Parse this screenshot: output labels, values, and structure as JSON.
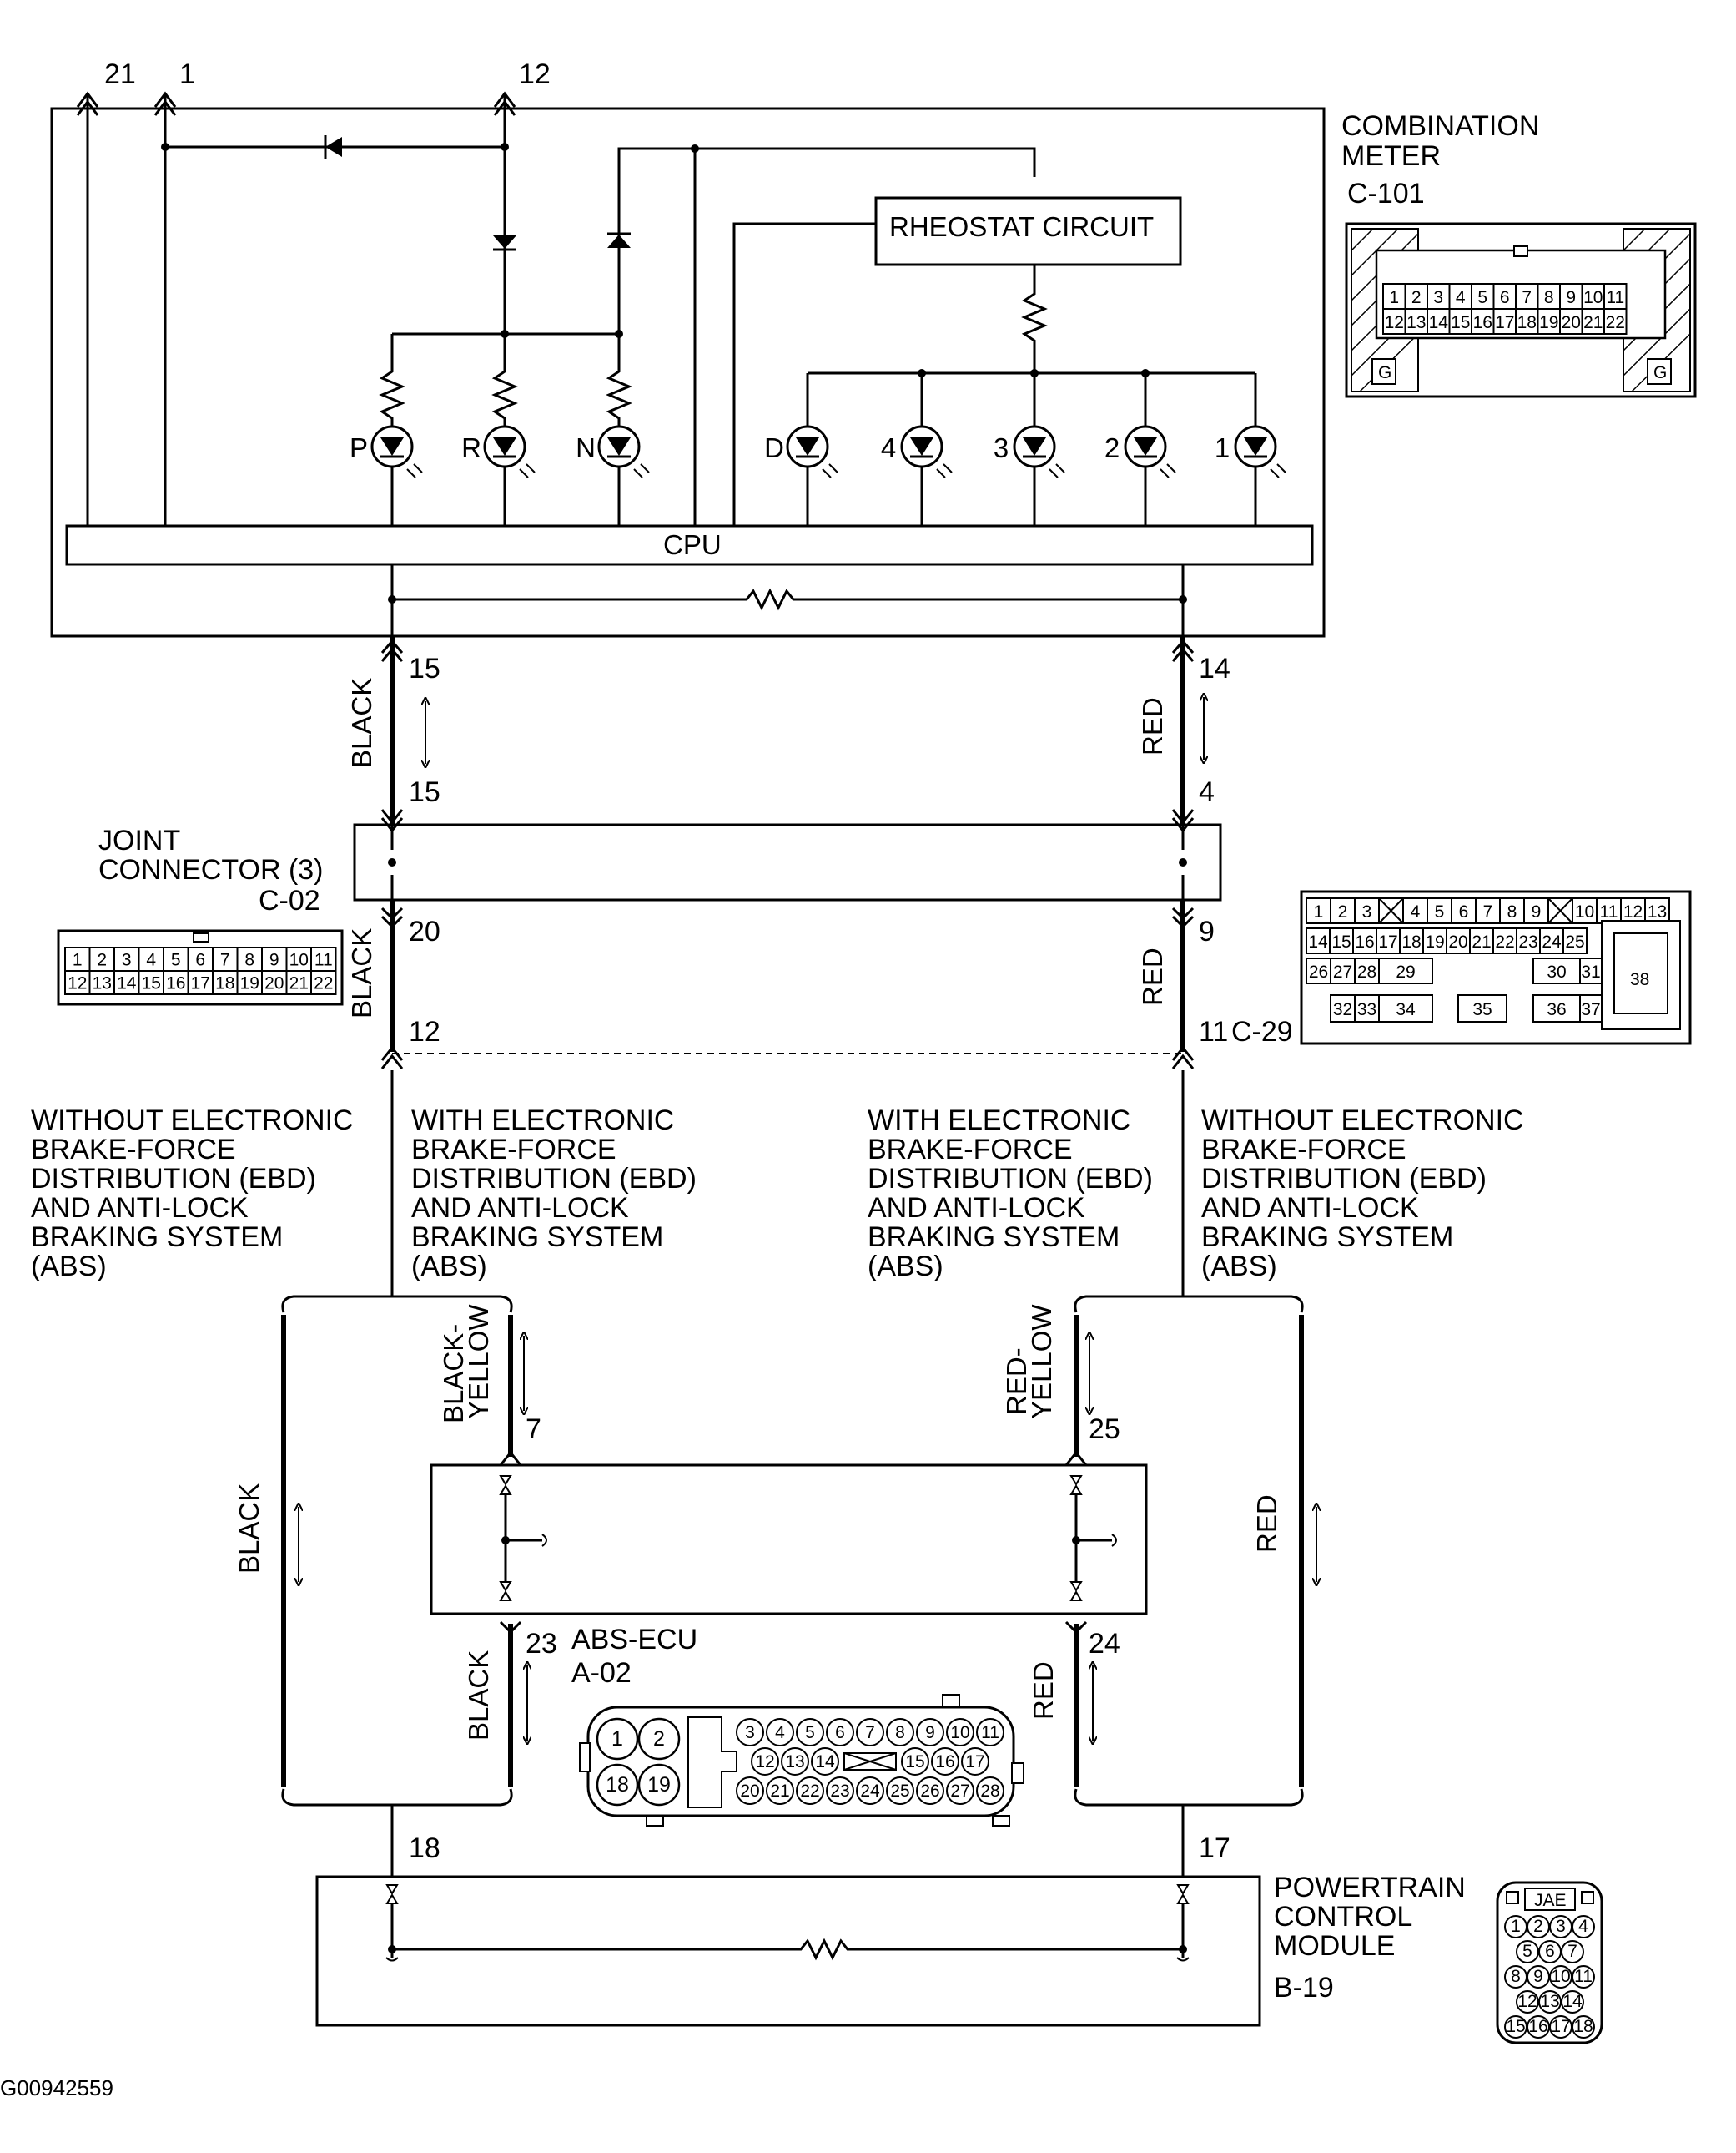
{
  "meter": {
    "title_line1": "COMBINATION",
    "title_line2": "METER",
    "connector_id": "C-101",
    "rheostat_label": "RHEOSTAT CIRCUIT",
    "cpu_label": "CPU",
    "top_pins": [
      "21",
      "1",
      "12"
    ],
    "indicators": [
      "P",
      "R",
      "N",
      "D",
      "4",
      "3",
      "2",
      "1"
    ],
    "connector_row1": [
      "1",
      "2",
      "3",
      "4",
      "5",
      "6",
      "7",
      "8",
      "9",
      "10",
      "11"
    ],
    "connector_row2": [
      "12",
      "13",
      "14",
      "15",
      "16",
      "17",
      "18",
      "19",
      "20",
      "21",
      "22"
    ],
    "ground_label": "G"
  },
  "upper_wires": {
    "left_color": "BLACK",
    "right_color": "RED",
    "left_pin_top": "15",
    "left_pin_bottom": "15",
    "right_pin_top": "14",
    "right_pin_bottom": "4"
  },
  "joint_connector": {
    "title_line1": "JOINT",
    "title_line2": "CONNECTOR (3)",
    "connector_id": "C-02",
    "row1": [
      "1",
      "2",
      "3",
      "4",
      "5",
      "6",
      "7",
      "8",
      "9",
      "10",
      "11"
    ],
    "row2": [
      "12",
      "13",
      "14",
      "15",
      "16",
      "17",
      "18",
      "19",
      "20",
      "21",
      "22"
    ]
  },
  "middle_wires": {
    "left_color": "BLACK",
    "right_color": "RED",
    "left_pin_top": "20",
    "left_pin_bottom": "12",
    "right_pin_top": "9",
    "right_pin_bottom": "11",
    "c29_id": "C-29"
  },
  "c29_connector": {
    "row1": [
      "1",
      "2",
      "3",
      "4",
      "5",
      "6",
      "7",
      "8",
      "9",
      "10",
      "11",
      "12",
      "13"
    ],
    "row2": [
      "14",
      "15",
      "16",
      "17",
      "18",
      "19",
      "20",
      "21",
      "22",
      "23",
      "24",
      "25"
    ],
    "row3": [
      "26",
      "27",
      "28",
      "29",
      "30",
      "31"
    ],
    "row4": [
      "32",
      "33",
      "34",
      "35",
      "36",
      "37"
    ],
    "large": "38"
  },
  "conditions": {
    "without": [
      "WITHOUT ELECTRONIC",
      "BRAKE-FORCE",
      "DISTRIBUTION (EBD)",
      "AND ANTI-LOCK",
      "BRAKING SYSTEM",
      "(ABS)"
    ],
    "with": [
      "WITH ELECTRONIC",
      "BRAKE-FORCE",
      "DISTRIBUTION (EBD)",
      "AND ANTI-LOCK",
      "BRAKING SYSTEM",
      "(ABS)"
    ]
  },
  "abs": {
    "left_upper_color_1": "BLACK-",
    "left_upper_color_2": "YELLOW",
    "right_upper_color_1": "RED-",
    "right_upper_color_2": "YELLOW",
    "left_bypass_color": "BLACK",
    "right_bypass_color": "RED",
    "left_lower_color": "BLACK",
    "right_lower_color": "RED",
    "pin_left_top": "7",
    "pin_right_top": "25",
    "pin_left_bottom": "23",
    "pin_right_bottom": "24",
    "title": "ABS-ECU",
    "connector_id": "A-02",
    "big_pins": [
      "1",
      "2",
      "18",
      "19"
    ],
    "row1": [
      "3",
      "4",
      "5",
      "6",
      "7",
      "8",
      "9",
      "10",
      "11"
    ],
    "row2": [
      "12",
      "13",
      "14",
      "15",
      "16",
      "17"
    ],
    "row3": [
      "20",
      "21",
      "22",
      "23",
      "24",
      "25",
      "26",
      "27",
      "28"
    ]
  },
  "pcm": {
    "title_line1": "POWERTRAIN",
    "title_line2": "CONTROL",
    "title_line3": "MODULE",
    "connector_id": "B-19",
    "pin_left": "18",
    "pin_right": "17",
    "connector_brand": "JAE",
    "row1": [
      "1",
      "2",
      "3",
      "4"
    ],
    "row2": [
      "5",
      "6",
      "7"
    ],
    "row3": [
      "8",
      "9",
      "10",
      "11"
    ],
    "row4": [
      "12",
      "13",
      "14"
    ],
    "row5": [
      "15",
      "16",
      "17",
      "18"
    ]
  },
  "figure_id": "G00942559"
}
